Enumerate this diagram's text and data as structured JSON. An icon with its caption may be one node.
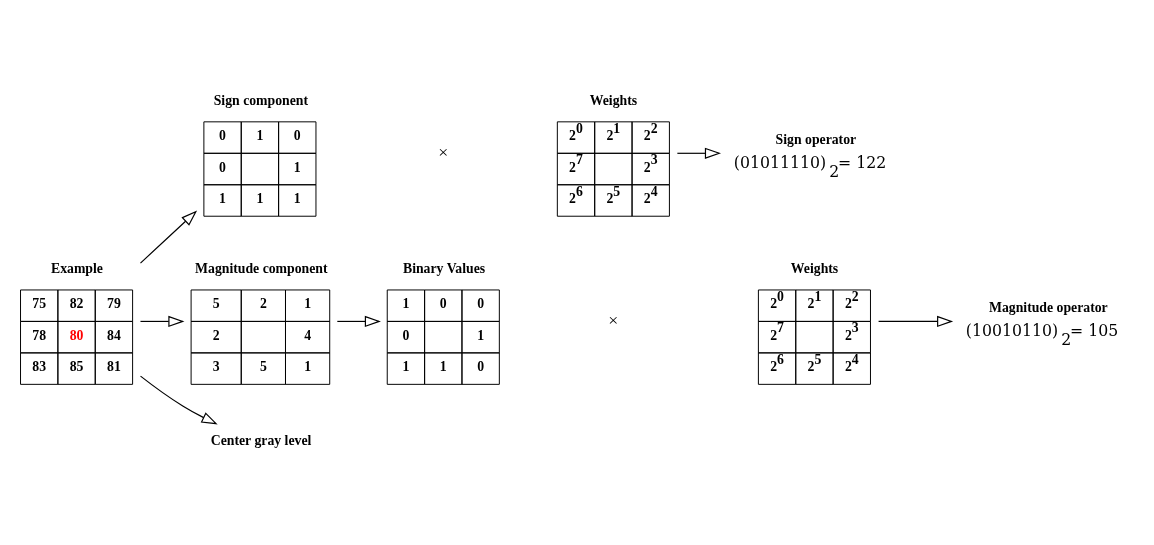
{
  "diagram": {
    "nodes": [
      {
        "text": [
          "Example",
          "75",
          "82",
          "79",
          "78",
          "80",
          "84",
          "83",
          "85",
          "81"
        ]
      },
      {
        "text": [
          "Sign component",
          "0",
          "1",
          "0",
          "0",
          "1",
          "1",
          "1",
          "1"
        ]
      },
      {
        "text": [
          "Weights",
          "2$^{0}$",
          "2$^{1}$",
          "2$^{2}$",
          "2$^{7}$",
          "2$^{3}$",
          "2$^{6}$",
          "2$^{5}$",
          "2$^{4}$"
        ]
      },
      {
        "text": [
          "Sign operator",
          "(01011110)$_{2}$= 122"
        ]
      },
      {
        "text": [
          "Magnitude component",
          "5",
          "2",
          "1",
          "2",
          "4",
          "3",
          "5",
          "1"
        ]
      },
      {
        "text": [
          "Binary Values",
          "1",
          "0",
          "0",
          "0",
          "1",
          "1",
          "1",
          "0"
        ]
      },
      {
        "text": [
          "Weights",
          "2$^{0}$",
          "2$^{1}$",
          "2$^{2}$",
          "2$^{7}$",
          "2$^{3}$",
          "2$^{6}$",
          "2$^{5}$",
          "2$^{4}$"
        ]
      },
      {
        "text": [
          "Magnitude operator",
          "(10010110)$_{2}$= 105"
        ]
      },
      {
        "text": [
          "Center gray level"
        ]
      }
    ],
    "edges": [
      {
        "from": 0,
        "to": 1,
        "arrow": "to"
      },
      {
        "from": 2,
        "to": 3,
        "arrow": "to"
      },
      {
        "from": 0,
        "to": 4,
        "arrow": "to"
      },
      {
        "from": 4,
        "to": 5,
        "arrow": "to"
      },
      {
        "from": 6,
        "to": 7,
        "arrow": "to"
      },
      {
        "from": 0,
        "to": 8,
        "arrow": "to"
      }
    ],
    "labels": [
      "×",
      "×"
    ]
  }
}
